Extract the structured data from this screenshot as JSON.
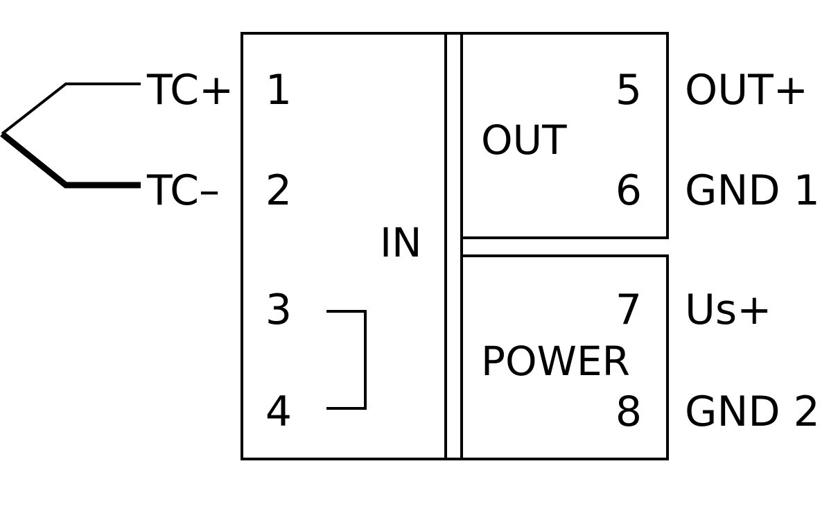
{
  "blocks": {
    "input": "IN",
    "output": "OUT",
    "power": "POWER"
  },
  "terminals": [
    {
      "number": "1",
      "signal": "TC+"
    },
    {
      "number": "2",
      "signal": "TC–"
    },
    {
      "number": "3",
      "signal": ""
    },
    {
      "number": "4",
      "signal": ""
    },
    {
      "number": "5",
      "signal": "OUT+"
    },
    {
      "number": "6",
      "signal": "GND 1"
    },
    {
      "number": "7",
      "signal": "Us+"
    },
    {
      "number": "8",
      "signal": "GND 2"
    }
  ],
  "colors": {
    "line": "#000000",
    "background": "#ffffff"
  }
}
